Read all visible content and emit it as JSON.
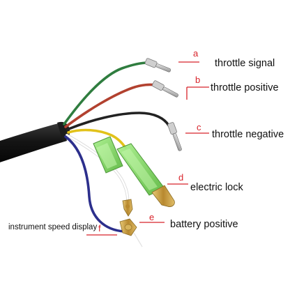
{
  "colors": {
    "marker": "#d8232a",
    "cable": "#141414",
    "green_wire": "#2f7d3f",
    "red_wire": "#b2412f",
    "black_wire": "#222222",
    "yellow_wire": "#e2c21a",
    "white_wire": "#eeeeee",
    "blue_wire": "#2c2f8c",
    "sleeve_green": "#7ed957",
    "brass": "#c9a24a"
  },
  "labels": [
    {
      "id": "a",
      "letter": "a",
      "text": "throttle signal"
    },
    {
      "id": "b",
      "letter": "b",
      "text": "throttle positive"
    },
    {
      "id": "c",
      "letter": "c",
      "text": "throttle negative"
    },
    {
      "id": "d",
      "letter": "d",
      "text": "electric lock"
    },
    {
      "id": "e",
      "letter": "e",
      "text": "battery positive"
    },
    {
      "id": "f",
      "letter": "f",
      "text": "instrument speed display"
    }
  ]
}
